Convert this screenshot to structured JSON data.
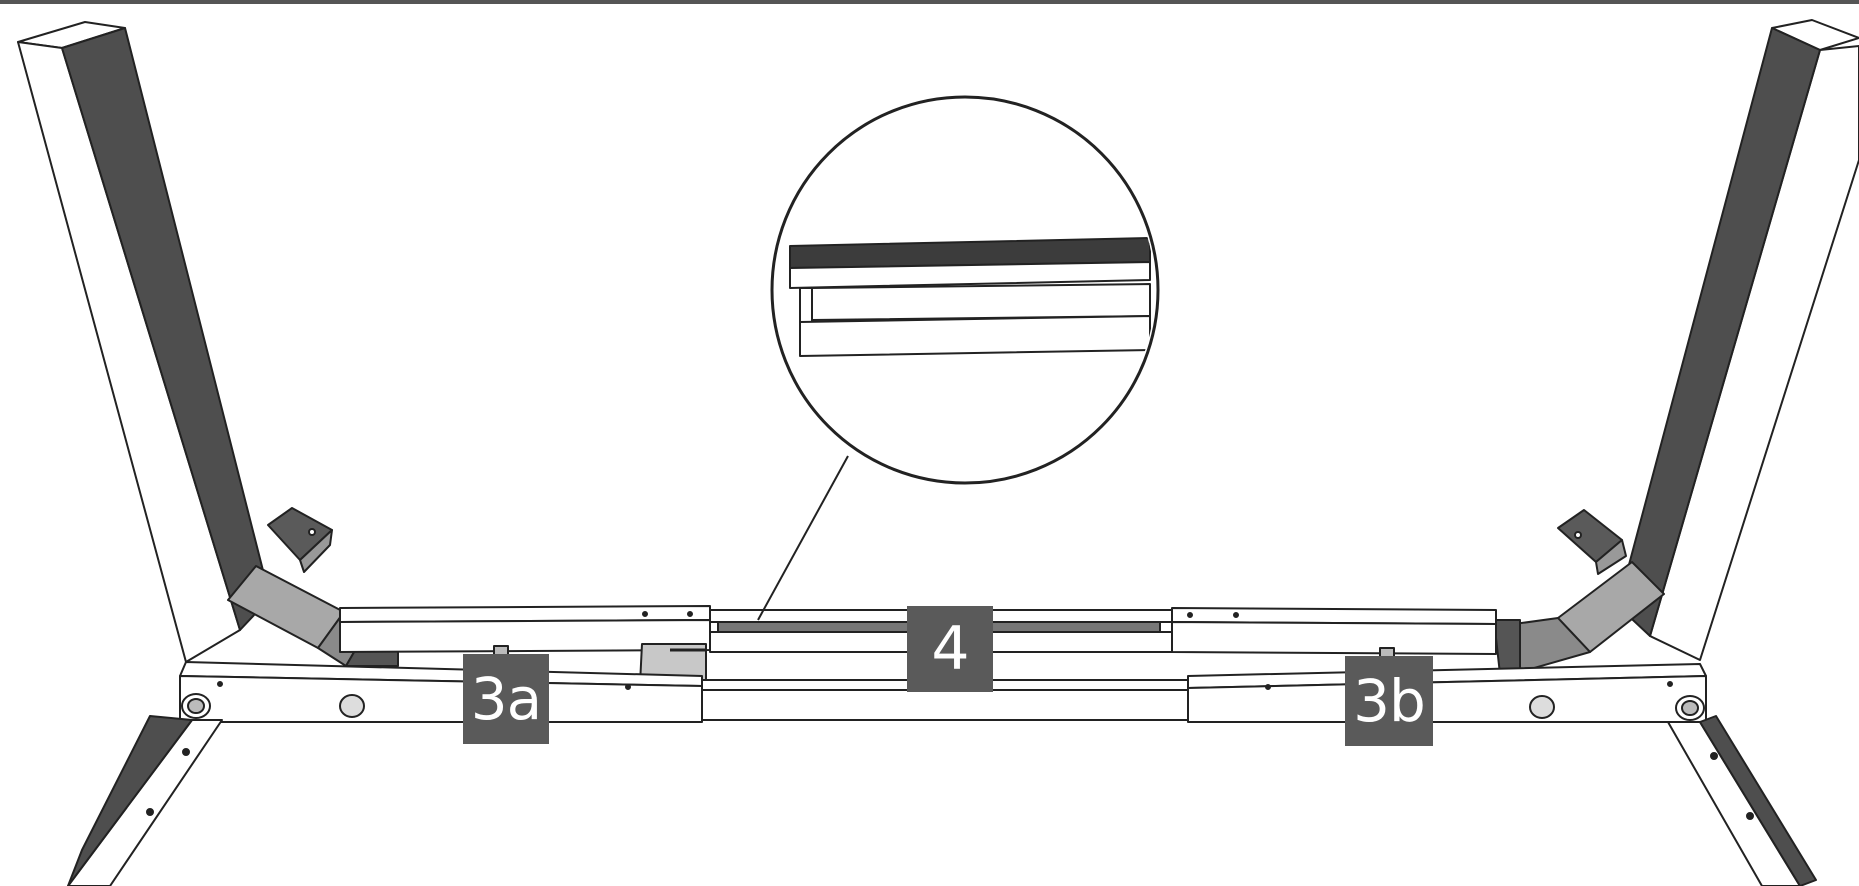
{
  "figure": {
    "description_visible": false,
    "labels": {
      "left_crossbar": "3a",
      "center_crossbar": "4",
      "right_crossbar": "3b"
    }
  },
  "colors": {
    "label_fill": "#5a5a5a",
    "label_text": "#ffffff",
    "outline": "#222222",
    "dark_face": "#555555",
    "mid_face": "#a8a8a8",
    "light_face": "#ffffff"
  }
}
